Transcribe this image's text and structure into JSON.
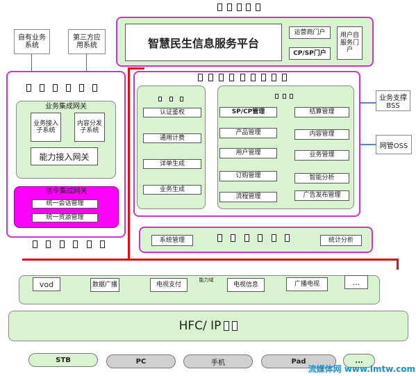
{
  "top_squares": 5,
  "platform": {
    "title": "智慧民生信息服务平台",
    "portal_operator": "运营商门户",
    "portal_cpsp": "CP/SP门户",
    "portal_user": "用户自服务门户"
  },
  "left_systems": {
    "self_business": "自有业务系统",
    "third_party": "第三方应用系统"
  },
  "left_panel": {
    "square_count": 6,
    "business_gateway": {
      "title": "业务集成网关",
      "sub_access": "业务接入子系统",
      "sub_content": "内容分发子系统",
      "capability": "能力接入网关"
    },
    "signaling_gateway": {
      "title": "信令集成网关",
      "items": [
        "统一会话管理",
        "统一资源管理"
      ]
    },
    "bottom_square_count": 6
  },
  "core_panel": {
    "square_count": 9,
    "left_group": {
      "square_count": 3,
      "items": [
        "认证鉴权",
        "通用计费",
        "详单生成",
        "业务生成"
      ]
    },
    "right_group": {
      "square_count": 3,
      "col1": [
        "SP/CP管理",
        "产品管理",
        "用户管理",
        "订购管理",
        "流程管理"
      ],
      "col2": [
        "结算管理",
        "内容管理",
        "业务管理",
        "智能分析",
        "广告发布管理"
      ]
    }
  },
  "bss": "业务支撑BSS",
  "oss": "网管OSS",
  "sys_bar": {
    "left": "系统管理",
    "square_count": 6,
    "right": "统计分析"
  },
  "capability_layer": {
    "items": [
      "vod",
      "数据广播",
      "电视支付",
      "电视信息",
      "广播电视",
      "..."
    ],
    "mid_label": "能力域"
  },
  "network": {
    "label": "HFC/ IP"
  },
  "terminals": [
    "STB",
    "PC",
    "手机",
    "Pad",
    "..."
  ],
  "watermark": "流媒体网 www.lmtw.com",
  "colors": {
    "green_fill": "#d9f2d0",
    "magenta": "#cc33cc",
    "signaling_fill": "#ff00ff",
    "red_bus": "#e01010",
    "connector": "#5a7fc4",
    "watermark": "#1a8fd0"
  }
}
